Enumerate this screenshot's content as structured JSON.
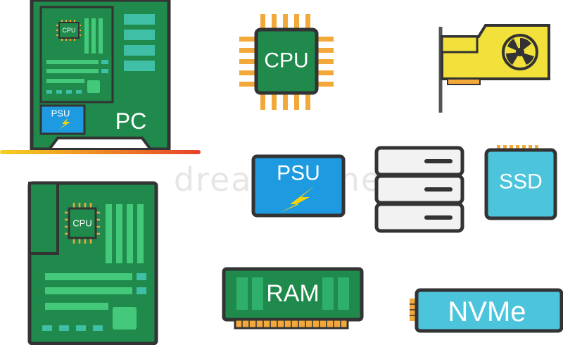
{
  "watermark": "dreamstime",
  "labels": {
    "pc": "PC",
    "pc_psu": "PSU",
    "pc_cpu": "CPU",
    "cpu": "CPU",
    "psu": "PSU",
    "ssd": "SSD",
    "ram": "RAM",
    "nvme": "NVMe",
    "mb_cpu": "CPU"
  },
  "colors": {
    "board_green": "#1f8a4c",
    "light_green": "#44c97a",
    "teal": "#3fc0a6",
    "outline": "#3a3a3a",
    "gold": "#f3a93a",
    "psu_blue": "#1e9be0",
    "ssd_blue": "#4cc4dc",
    "gpu_yellow": "#f2e13a",
    "bolt": "#f5d20a"
  },
  "icons": [
    "pc-case-icon",
    "cpu-chip-icon",
    "graphics-card-icon",
    "psu-icon",
    "server-rack-icon",
    "ssd-icon",
    "motherboard-icon",
    "ram-module-icon",
    "nvme-drive-icon"
  ]
}
